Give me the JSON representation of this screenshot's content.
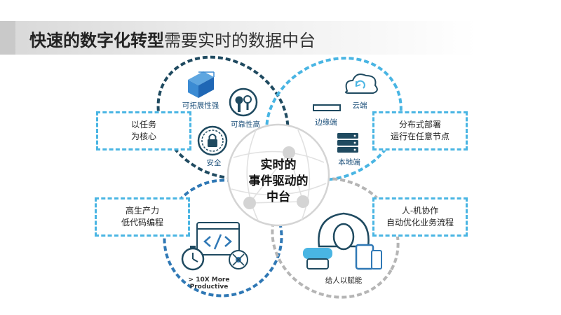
{
  "title": {
    "bold": "快速的数字化转型",
    "normal": "需要实时的数据中台"
  },
  "center": {
    "line1": "实时的",
    "line2": "事件驱动的",
    "line3": "中台"
  },
  "icons": {
    "scalability": "可拓展性强",
    "reliability": "可靠性高",
    "security": "安全",
    "edge": "边缘端",
    "cloud": "云端",
    "on_premise": "本地端",
    "productive": "> 10X More Productive",
    "empower": "给人以赋能"
  },
  "boxes": {
    "task_line1": "以任务",
    "task_line2": "为核心",
    "distributed_line1": "分布式部署",
    "distributed_line2": "运行在任意节点",
    "lowcode_line1": "高生产力",
    "lowcode_line2": "低代码编程",
    "collab_line1": "人-机协作",
    "collab_line2": "自动优化业务流程"
  },
  "colors": {
    "dark_blue": "#1f4a60",
    "light_blue": "#49b5e3",
    "mid_blue": "#2f78b5",
    "gray": "#b5b5b5"
  }
}
